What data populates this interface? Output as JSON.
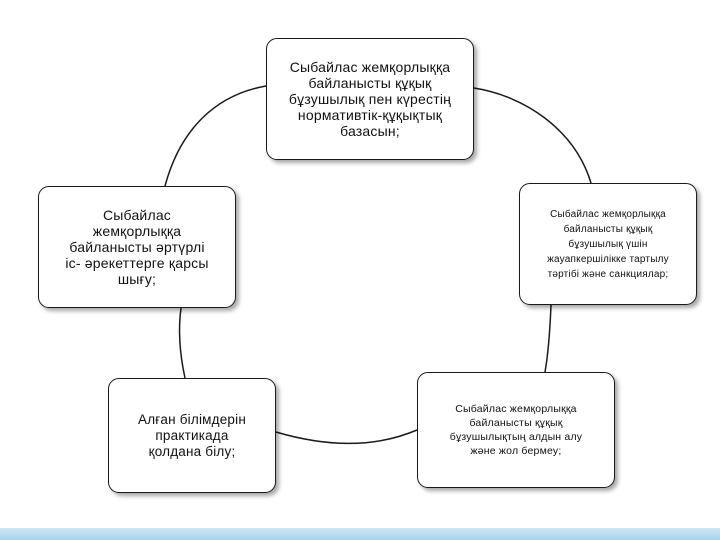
{
  "nodes": [
    {
      "id": "n1",
      "text": "Сыбайлас  жемқорлыққа\nбайланысты құқық\nбұзушылық пен  күрестің\nнормативтік-құқықтық\nбазасын;"
    },
    {
      "id": "n2",
      "text": "Сыбайлас  жемқорлыққа\nбайланысты құқық\nбұзушылық үшін\nжауапкершілікке тартылу\nтәртібі және санкциялар;"
    },
    {
      "id": "n3",
      "text": "Сыбайлас  жемқорлыққа\nбайланысты құқық\nбұзушылықтың алдын алу\nжәне жол  бермеу;"
    },
    {
      "id": "n4",
      "text": "Алған  білімдерін\nпрактикада\nқолдана білу;"
    },
    {
      "id": "n5",
      "text": "Сыбайлас\nжемқорлыққа\nбайланысты әртүрлі\nіс- әрекеттерге  қарсы\nшығу;"
    }
  ],
  "colors": {
    "box_border": "#1a1a1a",
    "connector": "#1a1a1a",
    "background": "#ffffff",
    "footer_band": "#a9d3ee"
  }
}
